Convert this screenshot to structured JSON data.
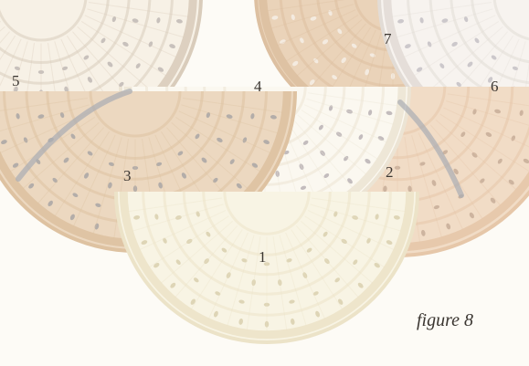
{
  "figure": {
    "caption": "figure 8",
    "background_color": "#fdfbf6",
    "pieces": [
      {
        "id": "piece-1",
        "number": "1",
        "fill": "#f8f4e4",
        "rim": "#ece3c8",
        "beads": "#d9cfae"
      },
      {
        "id": "piece-2",
        "number": "2",
        "fill": "#f1dcc6",
        "rim": "#e6c7a9",
        "beads": "#c7ad98"
      },
      {
        "id": "piece-3",
        "number": "3",
        "fill": "#ecd8c0",
        "rim": "#dec2a1",
        "beads": "#a9a6a4"
      },
      {
        "id": "piece-4",
        "number": "4",
        "fill": "#fbf8f0",
        "rim": "#ece4d4",
        "beads": "#b8b1b4"
      },
      {
        "id": "piece-5",
        "number": "5",
        "fill": "#f7f1e6",
        "rim": "#d9ccbb",
        "beads": "#bfb8b4"
      },
      {
        "id": "piece-6",
        "number": "6",
        "fill": "#f7f3ef",
        "rim": "#e2dcd6",
        "beads": "#c4bfc4"
      },
      {
        "id": "piece-7",
        "number": "7",
        "fill": "#ead3b9",
        "rim": "#ddc0a1",
        "beads": "#f6efe6"
      }
    ]
  }
}
